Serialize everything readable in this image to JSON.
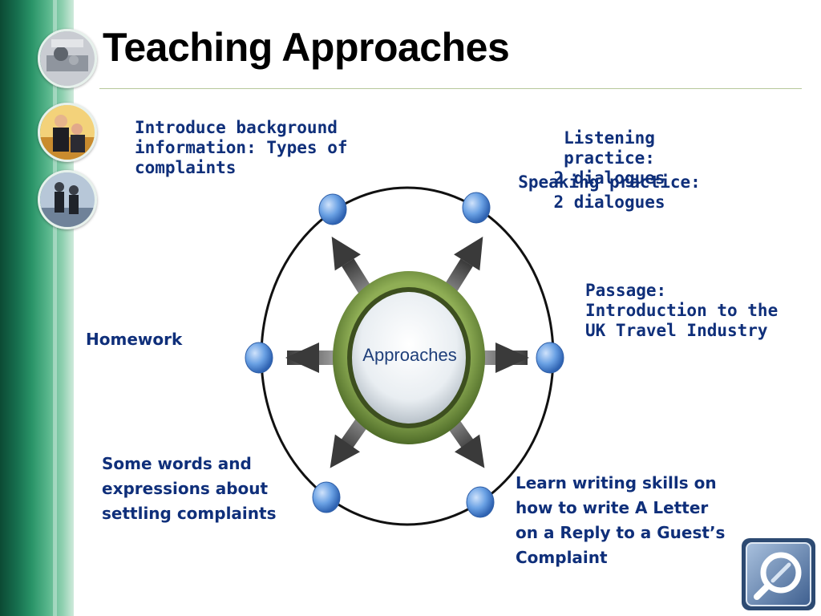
{
  "slide": {
    "title": "Teaching Approaches"
  },
  "diagram": {
    "center_label": "Approaches",
    "nodes": [
      {
        "id": "top-left",
        "text": "Introduce background\ninformation: Types of\ncomplaints"
      },
      {
        "id": "top-right-1",
        "text": "Listening practice:\n2 dialogues"
      },
      {
        "id": "top-right-2",
        "text": "Speaking practice:\n2 dialogues"
      },
      {
        "id": "right",
        "text": "Passage:\nIntroduction to the\nUK Travel Industry"
      },
      {
        "id": "left",
        "text": "Homework"
      },
      {
        "id": "bottom-left",
        "text": "Some words and\nexpressions about\nsettling complaints"
      },
      {
        "id": "bottom-right",
        "text": " Learn writing skills on\nhow to write A Letter\non a Reply to a Guest’s\nComplaint"
      }
    ]
  },
  "colors": {
    "label_text": "#0f2f7a",
    "node_blue": "#5b95dd",
    "ring_green": "#6e8f3c",
    "sidebar_green": "#17704f"
  },
  "icons": [
    "office-photo-icon",
    "business-people-photo-icon",
    "walking-people-photo-icon",
    "magnifier-corner-icon"
  ]
}
